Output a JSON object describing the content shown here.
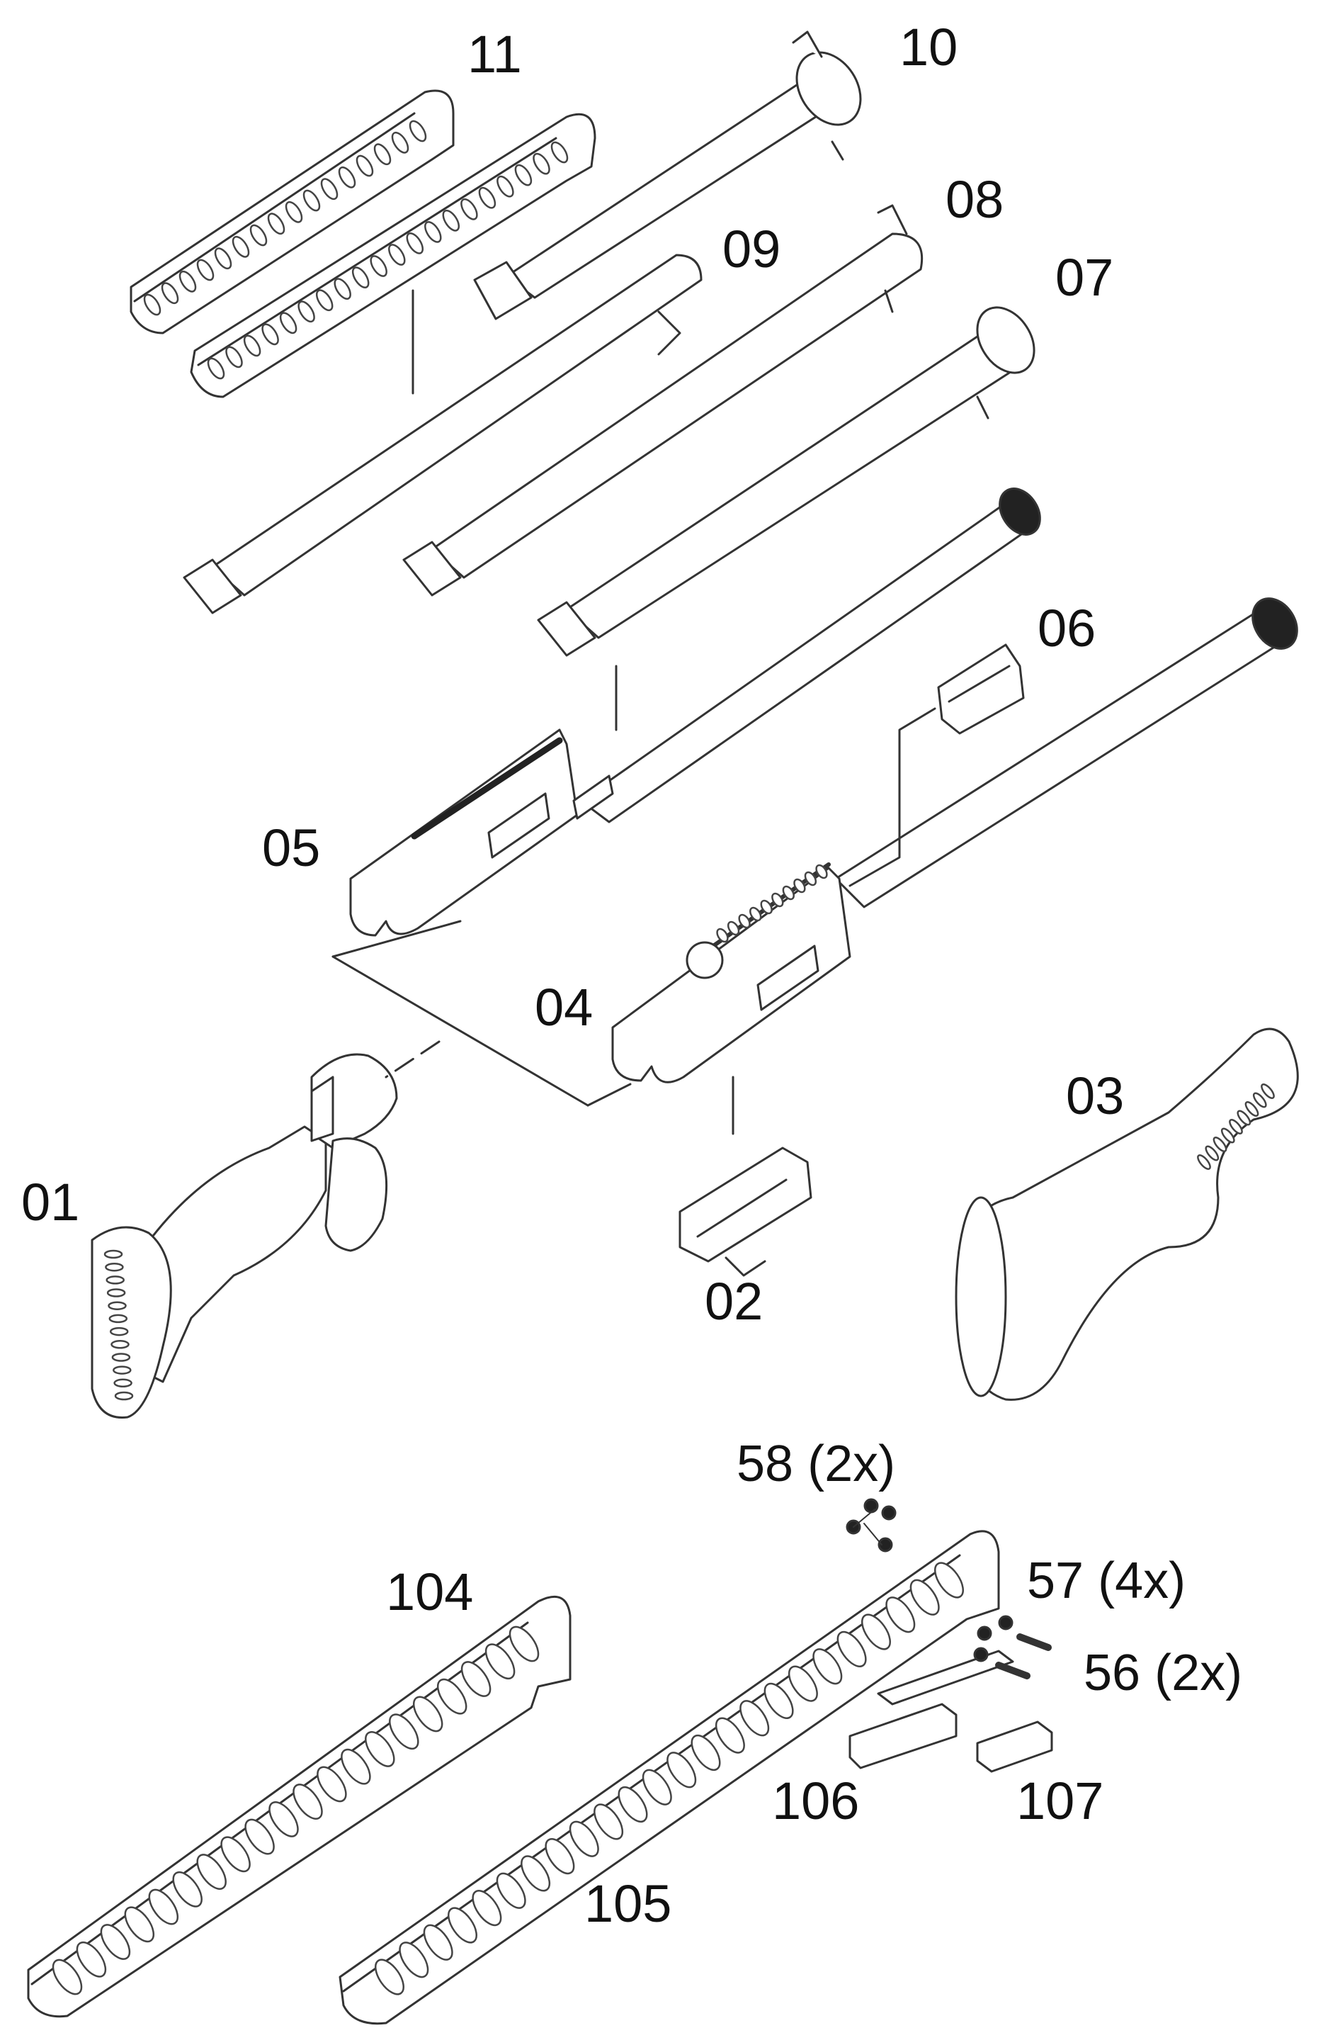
{
  "parts": {
    "p11": "11",
    "p10": "10",
    "p09": "09",
    "p08": "08",
    "p07": "07",
    "p06": "06",
    "p05": "05",
    "p04": "04",
    "p03": "03",
    "p02": "02",
    "p01": "01",
    "p58": "58 (2x)",
    "p57": "57 (4x)",
    "p56": "56 (2x)",
    "p104": "104",
    "p106": "106",
    "p107": "107",
    "p105": "105"
  }
}
